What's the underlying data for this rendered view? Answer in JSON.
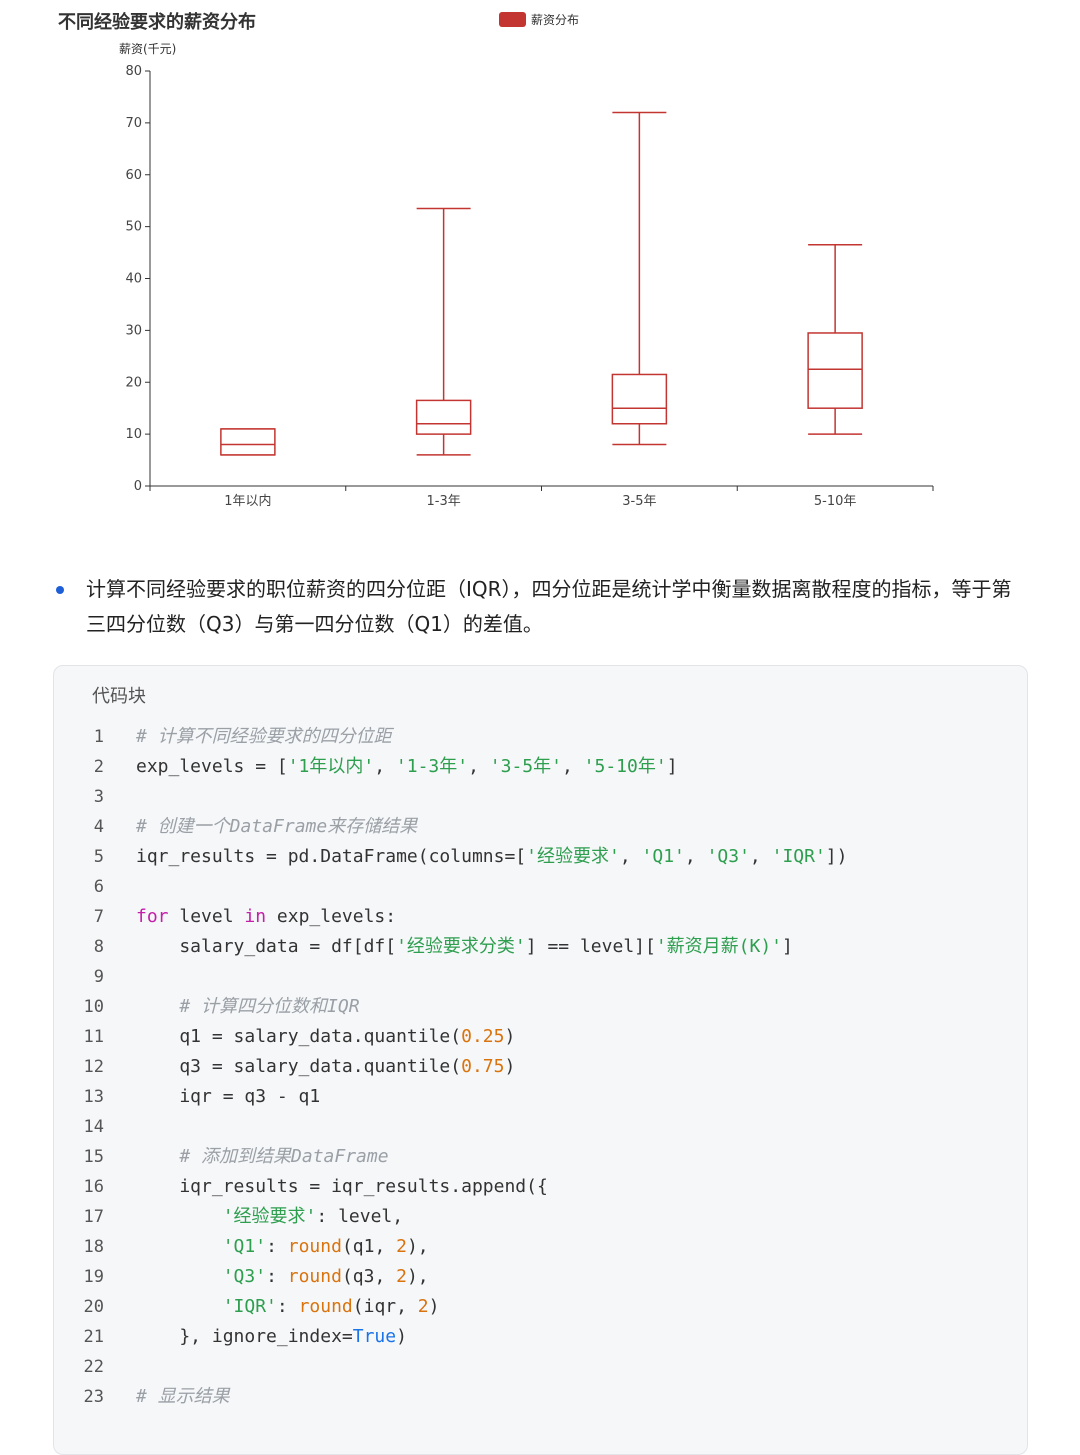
{
  "chart_data": {
    "type": "boxplot",
    "title": "不同经验要求的薪资分布",
    "ylabel": "薪资(千元)",
    "legend": "薪资分布",
    "legend_position": "top-center",
    "ylim": [
      0,
      80
    ],
    "yticks": [
      0,
      10,
      20,
      30,
      40,
      50,
      60,
      70,
      80
    ],
    "categories": [
      "1年以内",
      "1-3年",
      "3-5年",
      "5-10年"
    ],
    "boxes": [
      {
        "min": 6,
        "q1": 6,
        "median": 8,
        "q3": 11,
        "max": 11
      },
      {
        "min": 6,
        "q1": 10,
        "median": 12,
        "q3": 16.5,
        "max": 53.5
      },
      {
        "min": 8,
        "q1": 12,
        "median": 15,
        "q3": 21.5,
        "max": 72
      },
      {
        "min": 10,
        "q1": 15,
        "median": 22.5,
        "q3": 29.5,
        "max": 46.5
      }
    ],
    "grid": false,
    "color": "#c23531"
  },
  "bullet": {
    "text": "计算不同经验要求的职位薪资的四分位距（IQR），四分位距是统计学中衡量数据离散程度的指标，等于第三四分位数（Q3）与第一四分位数（Q1）的差值。"
  },
  "code": {
    "header": "代码块",
    "lines": [
      [
        [
          "cm",
          "# 计算不同经验要求的四分位距"
        ]
      ],
      [
        [
          "",
          "exp_levels = ["
        ],
        [
          "st",
          "'1年以内'"
        ],
        [
          "",
          ", "
        ],
        [
          "st",
          "'1-3年'"
        ],
        [
          "",
          ", "
        ],
        [
          "st",
          "'3-5年'"
        ],
        [
          "",
          ", "
        ],
        [
          "st",
          "'5-10年'"
        ],
        [
          "",
          "]"
        ]
      ],
      [],
      [
        [
          "cm",
          "# 创建一个DataFrame来存储结果"
        ]
      ],
      [
        [
          "",
          "iqr_results = pd.DataFrame(columns=["
        ],
        [
          "st",
          "'经验要求'"
        ],
        [
          "",
          ", "
        ],
        [
          "st",
          "'Q1'"
        ],
        [
          "",
          ", "
        ],
        [
          "st",
          "'Q3'"
        ],
        [
          "",
          ", "
        ],
        [
          "st",
          "'IQR'"
        ],
        [
          "",
          "])"
        ]
      ],
      [],
      [
        [
          "kw",
          "for"
        ],
        [
          "",
          " level "
        ],
        [
          "kw",
          "in"
        ],
        [
          "",
          " exp_levels:"
        ]
      ],
      [
        [
          "",
          "    salary_data = df[df["
        ],
        [
          "st",
          "'经验要求分类'"
        ],
        [
          "",
          "] == level]["
        ],
        [
          "st",
          "'薪资月薪(K)'"
        ],
        [
          "",
          "]"
        ]
      ],
      [],
      [
        [
          "",
          "    "
        ],
        [
          "cm",
          "# 计算四分位数和IQR"
        ]
      ],
      [
        [
          "",
          "    q1 = salary_data.quantile("
        ],
        [
          "nm",
          "0.25"
        ],
        [
          "",
          ")"
        ]
      ],
      [
        [
          "",
          "    q3 = salary_data.quantile("
        ],
        [
          "nm",
          "0.75"
        ],
        [
          "",
          ")"
        ]
      ],
      [
        [
          "",
          "    iqr = q3 - q1"
        ]
      ],
      [],
      [
        [
          "",
          "    "
        ],
        [
          "cm",
          "# 添加到结果DataFrame"
        ]
      ],
      [
        [
          "",
          "    iqr_results = iqr_results.append({"
        ]
      ],
      [
        [
          "",
          "        "
        ],
        [
          "st",
          "'经验要求'"
        ],
        [
          "",
          ": level,"
        ]
      ],
      [
        [
          "",
          "        "
        ],
        [
          "st",
          "'Q1'"
        ],
        [
          "",
          ": "
        ],
        [
          "fn",
          "round"
        ],
        [
          "",
          "(q1, "
        ],
        [
          "nm",
          "2"
        ],
        [
          "",
          "),"
        ]
      ],
      [
        [
          "",
          "        "
        ],
        [
          "st",
          "'Q3'"
        ],
        [
          "",
          ": "
        ],
        [
          "fn",
          "round"
        ],
        [
          "",
          "(q3, "
        ],
        [
          "nm",
          "2"
        ],
        [
          "",
          "),"
        ]
      ],
      [
        [
          "",
          "        "
        ],
        [
          "st",
          "'IQR'"
        ],
        [
          "",
          ": "
        ],
        [
          "fn",
          "round"
        ],
        [
          "",
          "(iqr, "
        ],
        [
          "nm",
          "2"
        ],
        [
          "",
          ")"
        ]
      ],
      [
        [
          "",
          "    }, ignore_index="
        ],
        [
          "bl",
          "True"
        ],
        [
          "",
          ")"
        ]
      ],
      [],
      [
        [
          "cm",
          "# 显示结果"
        ]
      ]
    ]
  }
}
